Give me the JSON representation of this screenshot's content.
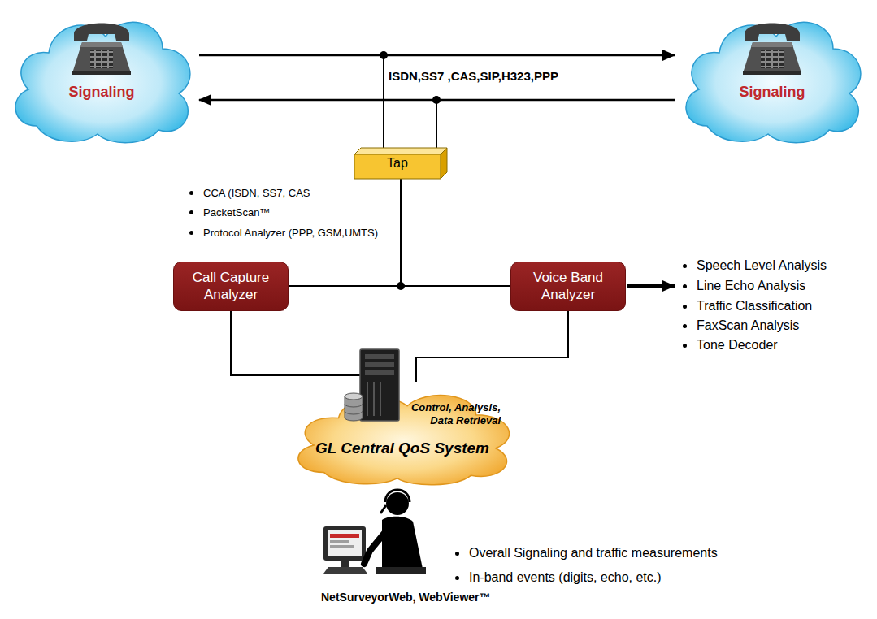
{
  "diagram": {
    "nodes": [
      {
        "text": [
          "Signaling"
        ]
      },
      {
        "text": [
          "Signaling"
        ]
      },
      {
        "text": [
          "Tap"
        ]
      },
      {
        "text": [
          "Call Capture Analyzer"
        ]
      },
      {
        "text": [
          "Voice Band Analyzer"
        ]
      },
      {
        "text": [
          "Control, Analysis, Data Retrieval",
          "GL Central QoS System"
        ]
      }
    ],
    "edges": [
      {
        "from": 0,
        "to": 1,
        "arrow": "to"
      },
      {
        "from": 1,
        "to": 0,
        "arrow": "to"
      },
      {
        "from": 2,
        "to": 3,
        "arrow": "none"
      },
      {
        "from": 2,
        "to": 4,
        "arrow": "none"
      },
      {
        "from": 3,
        "to": 5,
        "arrow": "none"
      },
      {
        "from": 4,
        "to": 5,
        "arrow": "none"
      }
    ],
    "labels": [
      "ISDN,SS7 ,CAS,SIP,H323,PPP",
      "CCA (ISDN, SS7, CAS",
      "PacketScan™",
      "Protocol Analyzer (PPP, GSM,UMTS)",
      "Speech Level Analysis",
      "Line Echo Analysis",
      "Traffic Classification",
      "FaxScan Analysis",
      "Tone Decoder",
      "Overall Signaling and traffic measurements",
      "In-band events (digits, echo, etc.)",
      "NetSurveyorWeb, WebViewer™"
    ]
  }
}
